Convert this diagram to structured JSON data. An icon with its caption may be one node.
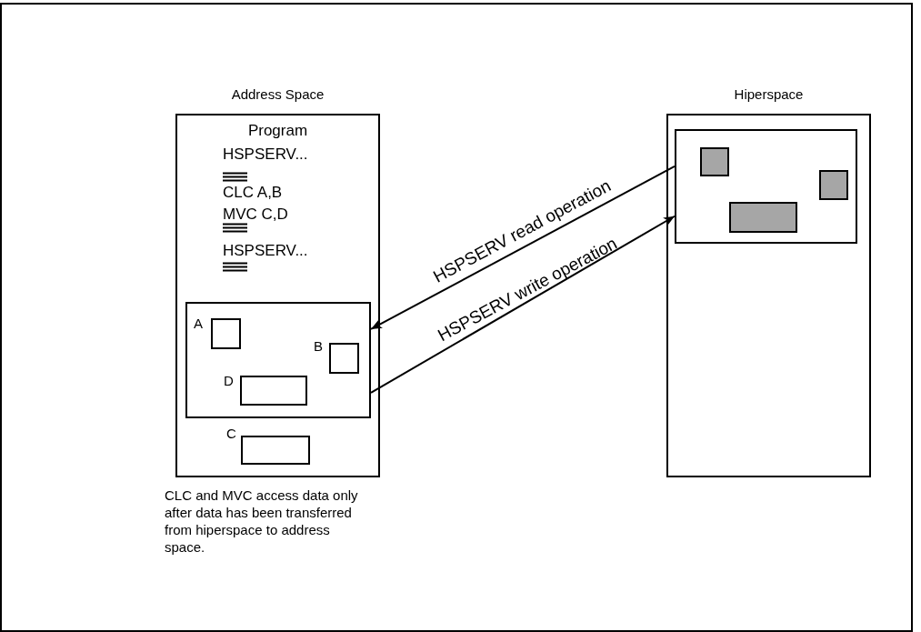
{
  "diagram": {
    "nodes": [
      {
        "text": [
          "Address Space",
          "Program",
          "HSPSERV...",
          "CLC A,B",
          "MVC C,D",
          "HSPSERV..."
        ],
        "beside": [
          "CLC and MVC access data only after data has been transferred from hiperspace to address space."
        ]
      },
      {
        "text": [],
        "shape": "box",
        "in": 0
      },
      {
        "text": [
          "A"
        ],
        "in": 1
      },
      {
        "text": [
          "B"
        ],
        "in": 1
      },
      {
        "text": [
          "D"
        ],
        "in": 1
      },
      {
        "text": [
          "C"
        ],
        "in": 0
      },
      {
        "text": [
          "Hiperspace"
        ]
      },
      {
        "text": [],
        "shape": "box",
        "in": 6
      },
      {
        "text": [],
        "shape": "box",
        "in": 7
      },
      {
        "text": [],
        "shape": "box",
        "in": 7
      },
      {
        "text": [],
        "shape": "box",
        "in": 7
      }
    ],
    "edges": [
      {
        "from": 7,
        "to": 1,
        "arrow": "to",
        "label": "HSPSERV read operation"
      },
      {
        "from": 1,
        "to": 7,
        "arrow": "to",
        "label": "HSPSERV write operation"
      }
    ]
  }
}
